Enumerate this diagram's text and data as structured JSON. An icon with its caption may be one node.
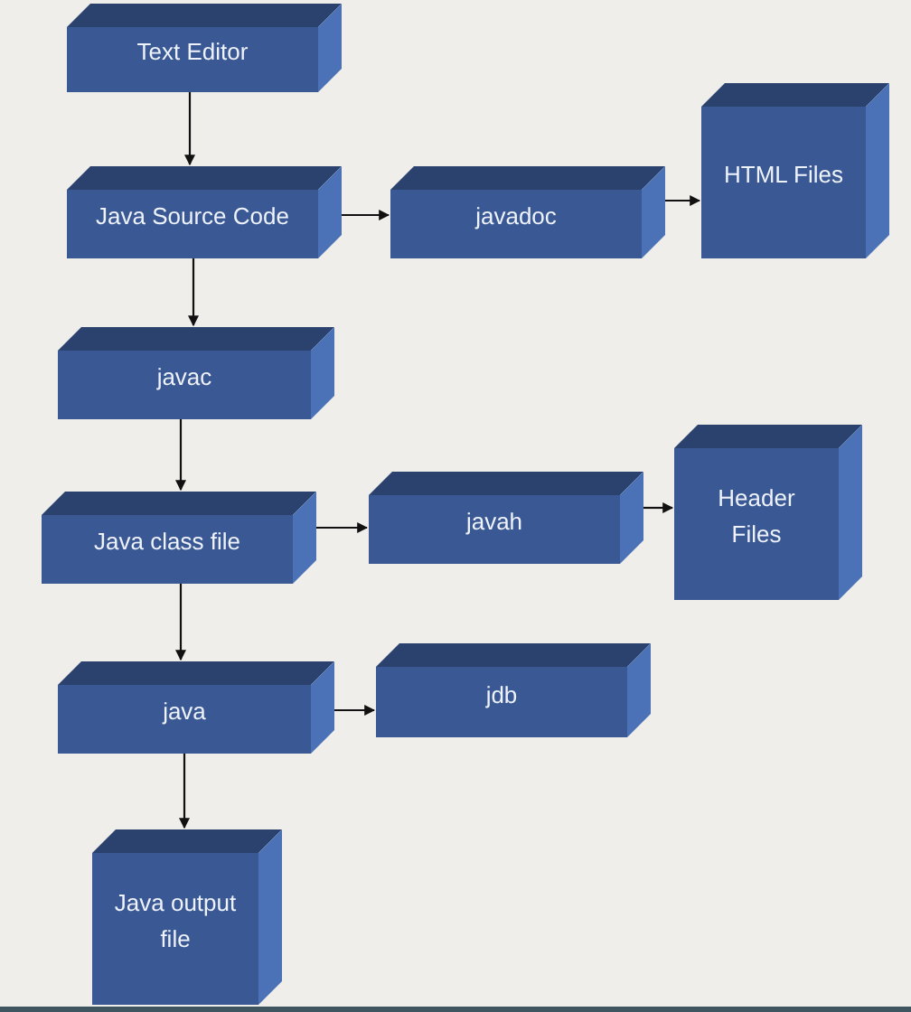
{
  "diagram": {
    "nodes": [
      {
        "text": [
          "Text Editor"
        ]
      },
      {
        "text": [
          "Java Source Code"
        ]
      },
      {
        "text": [
          "javadoc"
        ]
      },
      {
        "text": [
          "HTML Files"
        ]
      },
      {
        "text": [
          "javac"
        ]
      },
      {
        "text": [
          "Java class file"
        ]
      },
      {
        "text": [
          "javah"
        ]
      },
      {
        "text": [
          "Header Files"
        ]
      },
      {
        "text": [
          "java"
        ]
      },
      {
        "text": [
          "jdb"
        ]
      },
      {
        "text": [
          "Java output file"
        ]
      }
    ],
    "edges": [
      {
        "from": 0,
        "to": 1,
        "arrow": "to"
      },
      {
        "from": 1,
        "to": 2,
        "arrow": "to"
      },
      {
        "from": 2,
        "to": 3,
        "arrow": "to"
      },
      {
        "from": 1,
        "to": 4,
        "arrow": "to"
      },
      {
        "from": 4,
        "to": 5,
        "arrow": "to"
      },
      {
        "from": 5,
        "to": 6,
        "arrow": "to"
      },
      {
        "from": 6,
        "to": 7,
        "arrow": "to"
      },
      {
        "from": 5,
        "to": 8,
        "arrow": "to"
      },
      {
        "from": 8,
        "to": 9,
        "arrow": "to"
      },
      {
        "from": 8,
        "to": 10,
        "arrow": "to"
      }
    ]
  }
}
